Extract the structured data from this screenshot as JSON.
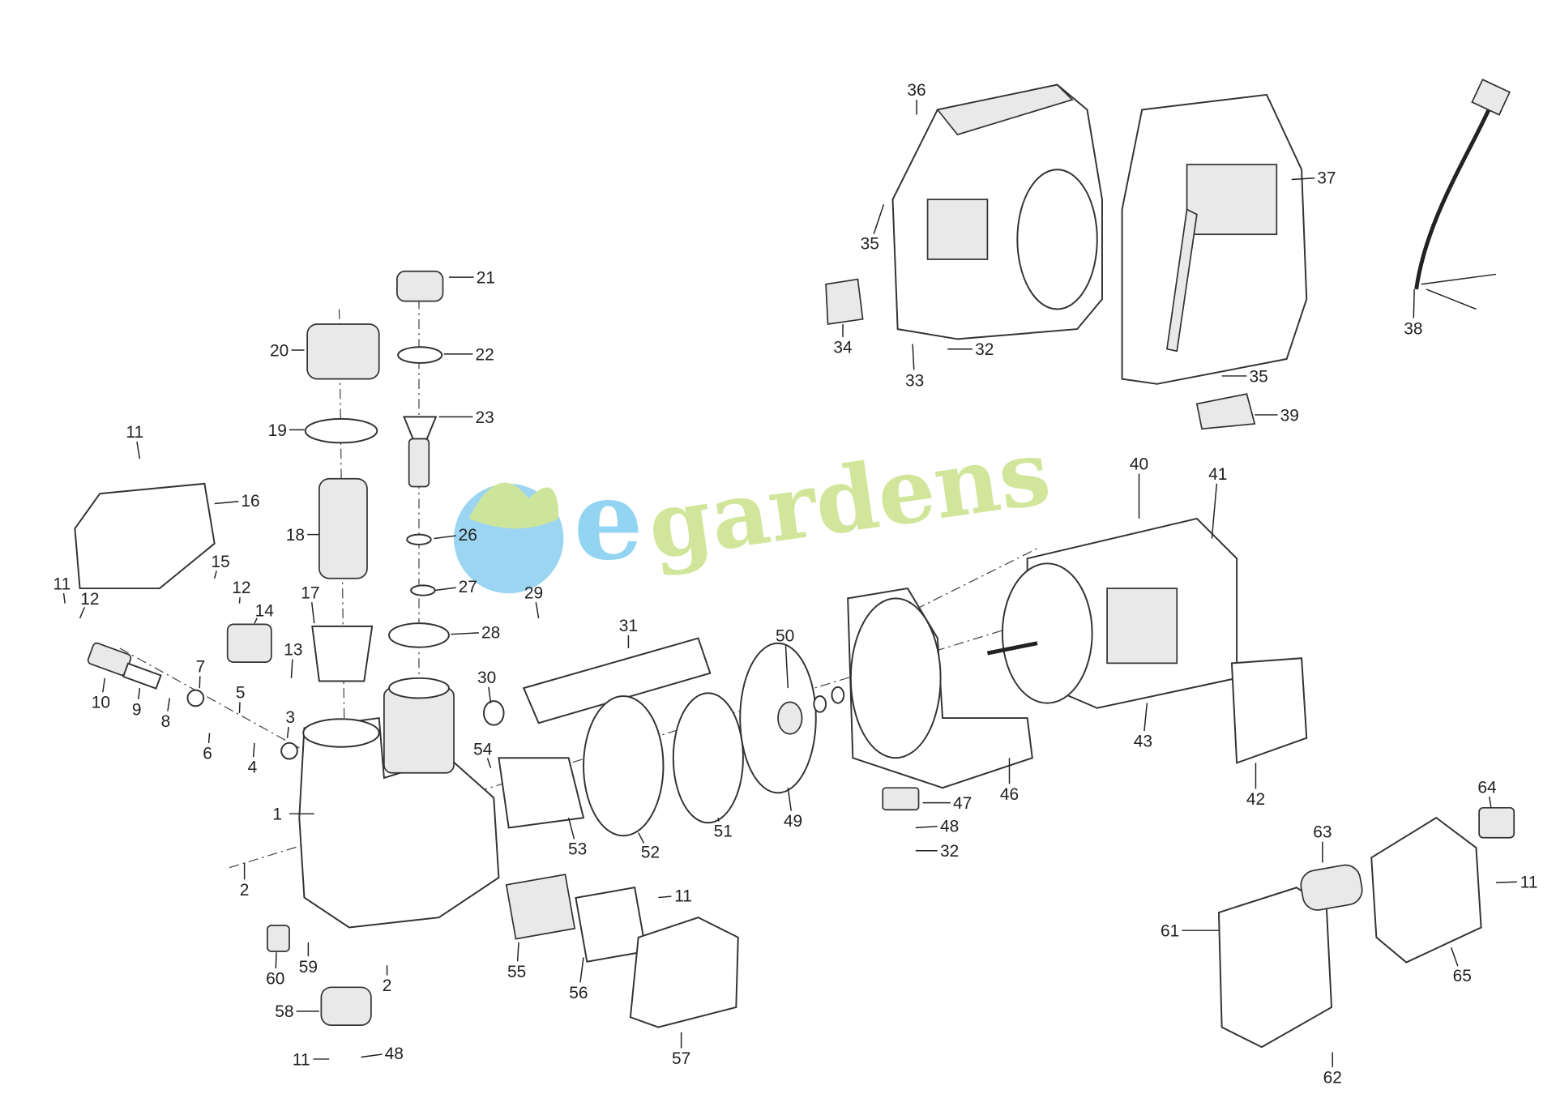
{
  "diagram": {
    "watermark": "egardens",
    "watermark_colors": {
      "e": "#7fcdf0",
      "gardens": "#c9e28a",
      "logo_blue": "#5ab9e8",
      "logo_green": "#c5e08a"
    },
    "part_labels": [
      "36",
      "37",
      "35",
      "34",
      "32",
      "33",
      "35",
      "39",
      "38",
      "21",
      "22",
      "20",
      "19",
      "23",
      "11",
      "16",
      "18",
      "26",
      "15",
      "12",
      "11",
      "12",
      "14",
      "17",
      "27",
      "29",
      "28",
      "31",
      "13",
      "30",
      "50",
      "10",
      "9",
      "8",
      "7",
      "5",
      "6",
      "3",
      "4",
      "1",
      "54",
      "40",
      "41",
      "43",
      "42",
      "46",
      "47",
      "48",
      "32",
      "49",
      "51",
      "52",
      "53",
      "2",
      "2",
      "11",
      "55",
      "56",
      "57",
      "60",
      "59",
      "58",
      "11",
      "48",
      "63",
      "64",
      "11",
      "61",
      "65",
      "62"
    ]
  }
}
